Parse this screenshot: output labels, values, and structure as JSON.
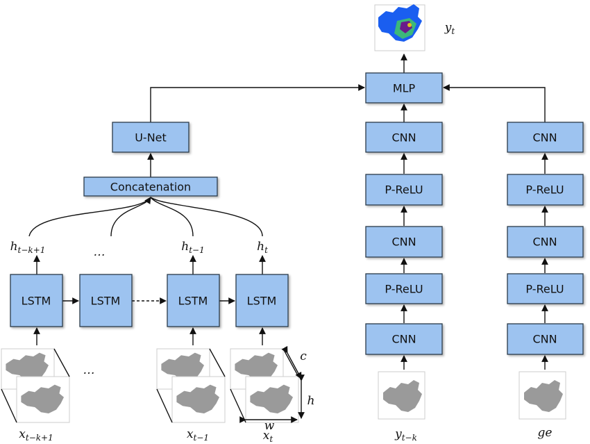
{
  "boxes": {
    "mlp": "MLP",
    "unet": "U-Net",
    "concat": "Concatenation",
    "lstm": [
      "LSTM",
      "LSTM",
      "LSTM",
      "LSTM"
    ],
    "col1": [
      "CNN",
      "P-ReLU",
      "CNN",
      "P-ReLU",
      "CNN"
    ],
    "col2": [
      "CNN",
      "P-ReLU",
      "CNN",
      "P-ReLU",
      "CNN"
    ]
  },
  "labels": {
    "yt": {
      "base": "y",
      "sub": "t"
    },
    "h1": {
      "base": "h",
      "sub": "t−k+1"
    },
    "h_dots": "…",
    "h2": {
      "base": "h",
      "sub": "t−1"
    },
    "h3": {
      "base": "h",
      "sub": "t"
    },
    "x1": {
      "base": "x",
      "sub": "t−k+1"
    },
    "x2": {
      "base": "x",
      "sub": "t−1"
    },
    "x3": {
      "base": "x",
      "sub": "t"
    },
    "x_dots": "…",
    "ytk": {
      "base": "y",
      "sub": "t−k"
    },
    "ge": "ge",
    "dim_c": "c",
    "dim_h": "h",
    "dim_w": "w"
  },
  "colors": {
    "box_fill": "#9dc3f0",
    "box_stroke": "#2b3a4a"
  }
}
